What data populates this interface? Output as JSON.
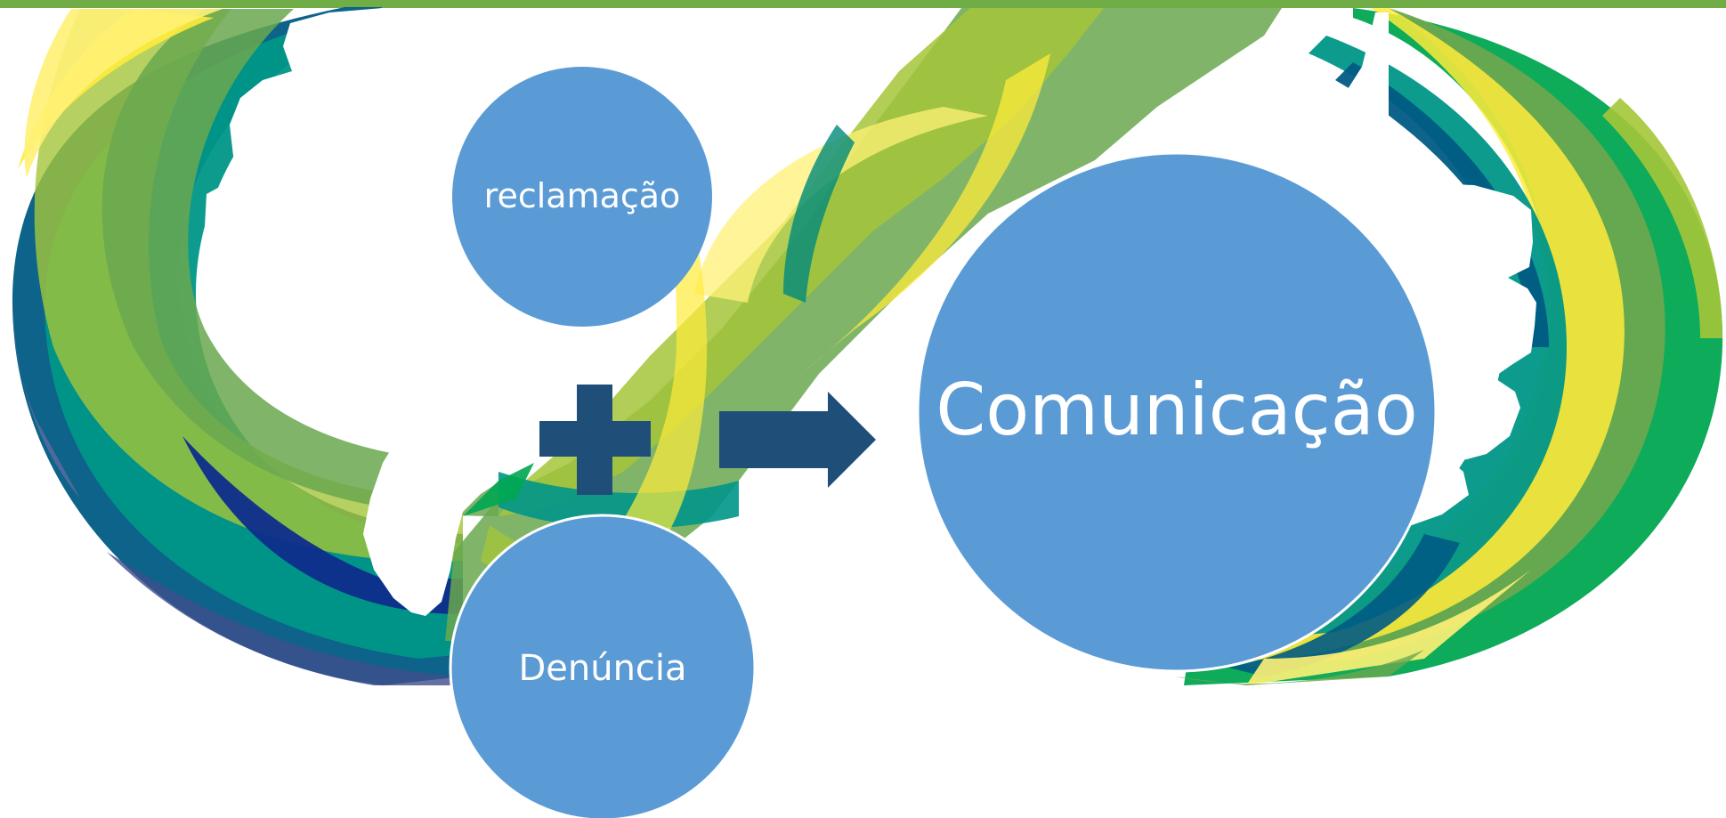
{
  "diagram": {
    "nodes": {
      "reclamacao": "reclamação",
      "denuncia": "Denúncia",
      "comunicacao": "Comunicação"
    },
    "operators": {
      "plus": "plus",
      "arrow": "arrow-right"
    }
  },
  "colors": {
    "top_bar": "#70AD47",
    "circle_fill": "#5B9BD5",
    "operator_fill": "#1F4E79",
    "palette": [
      "#FFEB3B",
      "#FFF176",
      "#A4C639",
      "#6AA84F",
      "#00A651",
      "#009688",
      "#00897B",
      "#005B84",
      "#0D2C8C"
    ]
  }
}
